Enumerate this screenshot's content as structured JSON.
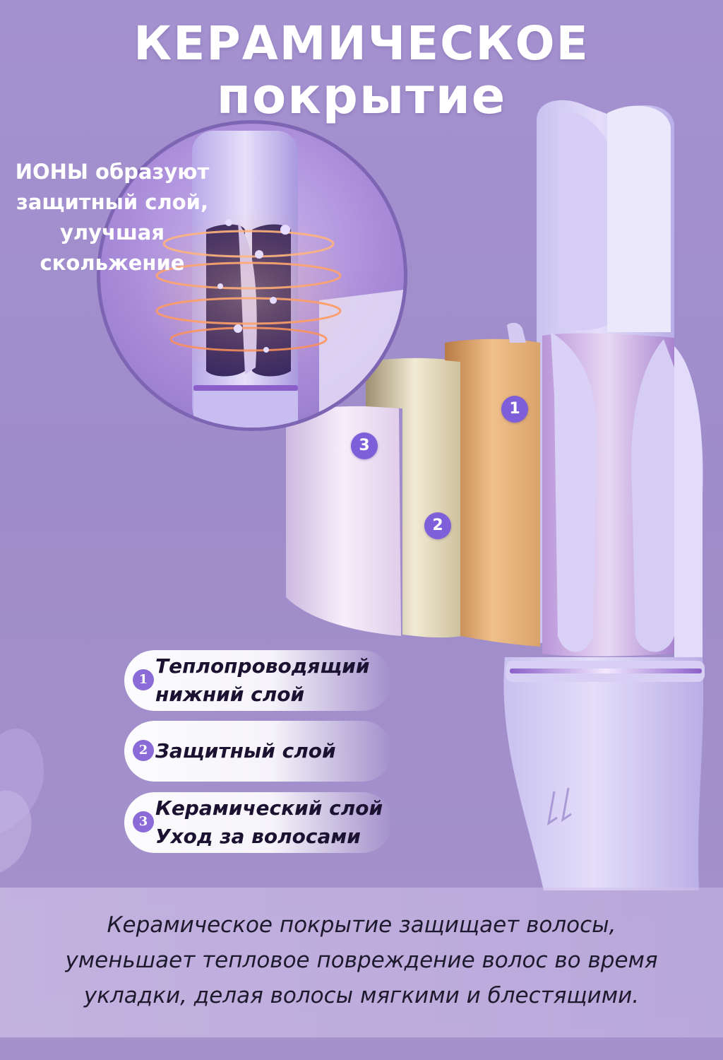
{
  "title": {
    "line1": "КЕРАМИЧЕСКОЕ",
    "line2": "покрытие"
  },
  "ion_caption": [
    "ИОНЫ образуют",
    "защитный слой,",
    "улучшая",
    "скольжение"
  ],
  "layer_badges": [
    "1",
    "2",
    "3"
  ],
  "legend": [
    {
      "num": "1",
      "lines": [
        "Теплопроводящий",
        "нижний слой"
      ]
    },
    {
      "num": "2",
      "lines": [
        "Защитный слой"
      ]
    },
    {
      "num": "3",
      "lines": [
        "Керамический слой",
        "Уход за волосами"
      ]
    }
  ],
  "description": [
    "Керамическое покрытие защищает волосы,",
    "уменьшает тепловое повреждение волос во время",
    "укладки, делая волосы мягкими и блестящими."
  ],
  "colors": {
    "background": "#a491cf",
    "accent": "#7e5fd9",
    "copper_layer": "#d9a26b",
    "gold_layer": "#cdbf9a",
    "pearl_layer": "#e6d7ee"
  }
}
